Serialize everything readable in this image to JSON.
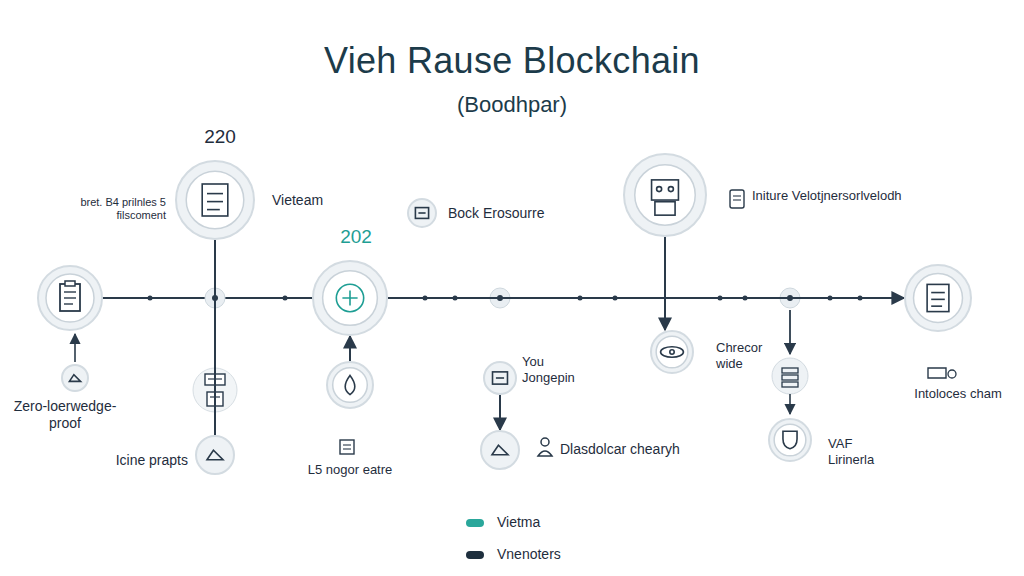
{
  "diagram": {
    "title": "Vieh Rause Blockchain",
    "nodes": [
      {
        "text": [
          "220",
          "bret. B4 prilnles 5 filscoment",
          "Vieteam"
        ]
      },
      {
        "text": [
          "202"
        ]
      },
      {
        "text": [
          "Bock Erosourre"
        ]
      },
      {
        "text": [
          "Initure Velotjnersorlvelodh"
        ]
      },
      {
        "text": [
          "Zero-loerwedge-proof"
        ]
      },
      {
        "text": [
          "Icine prapts"
        ]
      },
      {
        "text": [
          "L5 nogor eatre"
        ]
      },
      {
        "text": [
          "You Jongepin"
        ]
      },
      {
        "text": [
          "Dlasdolcar chearyh"
        ]
      },
      {
        "text": [
          "Chrecor wide"
        ]
      },
      {
        "text": [
          "VAF Lirinerla"
        ]
      },
      {
        "text": [
          "Intoloces cham"
        ]
      }
    ],
    "edges": [
      {
        "from": 1,
        "to": 11,
        "arrow": "to"
      },
      {
        "from": 6,
        "to": 1,
        "arrow": "to"
      },
      {
        "from": 7,
        "to": 8,
        "arrow": "to"
      },
      {
        "from": 3,
        "to": 9,
        "arrow": "to"
      },
      {
        "from": 0,
        "to": 5,
        "arrow": "none"
      }
    ],
    "labels": [
      "(Boodhpar)"
    ],
    "legend": [
      {
        "text": "Vietma",
        "color": "#2aa79b"
      },
      {
        "text": "Vnenoters",
        "color": "#1e2f3e"
      }
    ]
  }
}
